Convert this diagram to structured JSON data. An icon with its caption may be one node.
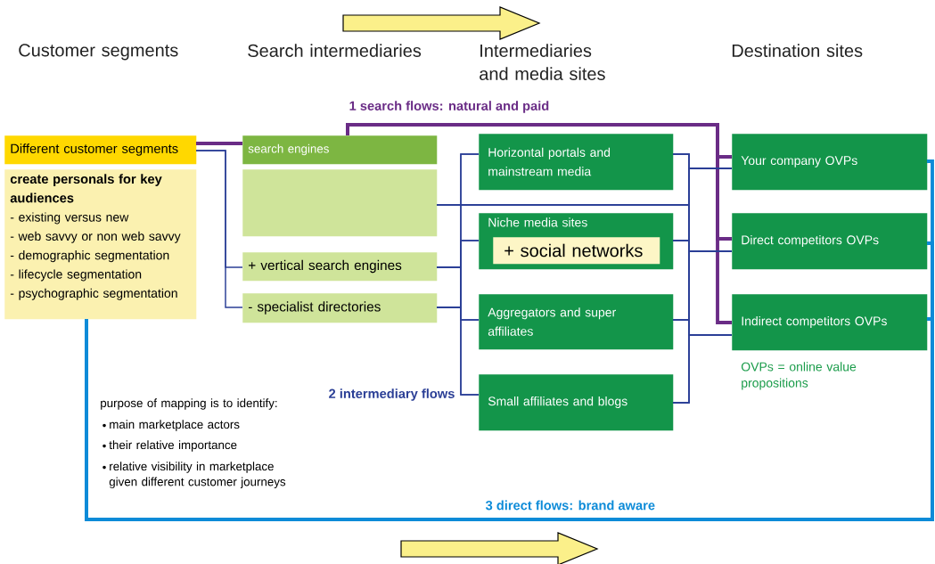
{
  "diagram": {
    "nodes": [
      {
        "text": [
          "Different customer segments"
        ]
      },
      {
        "text": [
          "create personals for key audiences",
          "- existing versus new",
          "- web savvy or non web savvy",
          "- demographic segmentation",
          "- lifecycle segmentation",
          "- psychographic segmentation"
        ]
      },
      {
        "text": [
          "search engines"
        ]
      },
      {
        "text": [],
        "shape": "box"
      },
      {
        "text": [
          "+ vertical search engines"
        ]
      },
      {
        "text": [
          "- specialist directories"
        ]
      },
      {
        "text": [
          "Horizontal portals and mainstream media"
        ]
      },
      {
        "text": [
          "Niche media sites"
        ]
      },
      {
        "text": [
          "+ social networks"
        ],
        "in": 7
      },
      {
        "text": [
          "Aggregators and super affiliates"
        ]
      },
      {
        "text": [
          "Small affiliates and blogs"
        ]
      },
      {
        "text": [
          "Your company OVPs"
        ]
      },
      {
        "text": [
          "Direct competitors OVPs"
        ]
      },
      {
        "text": [
          "Indirect competitors OVPs"
        ]
      }
    ],
    "edges": [
      {
        "from": 0,
        "to": 2,
        "arrow": "none",
        "style": "thick",
        "color": "#6a2c86"
      },
      {
        "from": 2,
        "to": 11,
        "arrow": "none",
        "style": "thick",
        "color": "#6a2c86",
        "label": "1 search flows: natural and paid"
      },
      {
        "from": 2,
        "to": 12,
        "arrow": "none",
        "style": "thick",
        "color": "#6a2c86"
      },
      {
        "from": 2,
        "to": 13,
        "arrow": "none",
        "style": "thick",
        "color": "#6a2c86"
      },
      {
        "from": 0,
        "to": 4,
        "arrow": "none"
      },
      {
        "from": 0,
        "to": 5,
        "arrow": "none"
      },
      {
        "from": 4,
        "to": 6,
        "arrow": "none"
      },
      {
        "from": 4,
        "to": 7,
        "arrow": "none"
      },
      {
        "from": 4,
        "to": 9,
        "arrow": "none"
      },
      {
        "from": 4,
        "to": 10,
        "arrow": "none"
      },
      {
        "from": 5,
        "to": 6,
        "arrow": "none"
      },
      {
        "from": 5,
        "to": 7,
        "arrow": "none"
      },
      {
        "from": 5,
        "to": 9,
        "arrow": "none"
      },
      {
        "from": 5,
        "to": 10,
        "arrow": "none",
        "label": "2 intermediary flows"
      },
      {
        "from": 3,
        "to": 11,
        "arrow": "none"
      },
      {
        "from": 3,
        "to": 12,
        "arrow": "none"
      },
      {
        "from": 3,
        "to": 13,
        "arrow": "none"
      },
      {
        "from": 6,
        "to": 11,
        "arrow": "none"
      },
      {
        "from": 6,
        "to": 12,
        "arrow": "none"
      },
      {
        "from": 6,
        "to": 13,
        "arrow": "none"
      },
      {
        "from": 7,
        "to": 11,
        "arrow": "none"
      },
      {
        "from": 7,
        "to": 12,
        "arrow": "none"
      },
      {
        "from": 7,
        "to": 13,
        "arrow": "none"
      },
      {
        "from": 9,
        "to": 11,
        "arrow": "none"
      },
      {
        "from": 9,
        "to": 12,
        "arrow": "none"
      },
      {
        "from": 9,
        "to": 13,
        "arrow": "none"
      },
      {
        "from": 10,
        "to": 11,
        "arrow": "none"
      },
      {
        "from": 10,
        "to": 12,
        "arrow": "none"
      },
      {
        "from": 10,
        "to": 13,
        "arrow": "none"
      },
      {
        "from": 1,
        "to": 11,
        "arrow": "none",
        "style": "thick",
        "color": "#0d8bd8",
        "label": "3 direct flows: brand aware"
      },
      {
        "from": 1,
        "to": 12,
        "arrow": "none",
        "style": "thick",
        "color": "#0d8bd8"
      },
      {
        "from": 1,
        "to": 13,
        "arrow": "none",
        "style": "thick",
        "color": "#0d8bd8"
      }
    ],
    "labels": [
      "Customer segments",
      "Search intermediaries",
      "Intermediaries and media sites",
      "Destination sites",
      "OVPs = online value propositions",
      "purpose of mapping is to identify:",
      "main marketplace actors",
      "their relative importance",
      "relative visibility in marketplace given different customer journeys"
    ]
  }
}
